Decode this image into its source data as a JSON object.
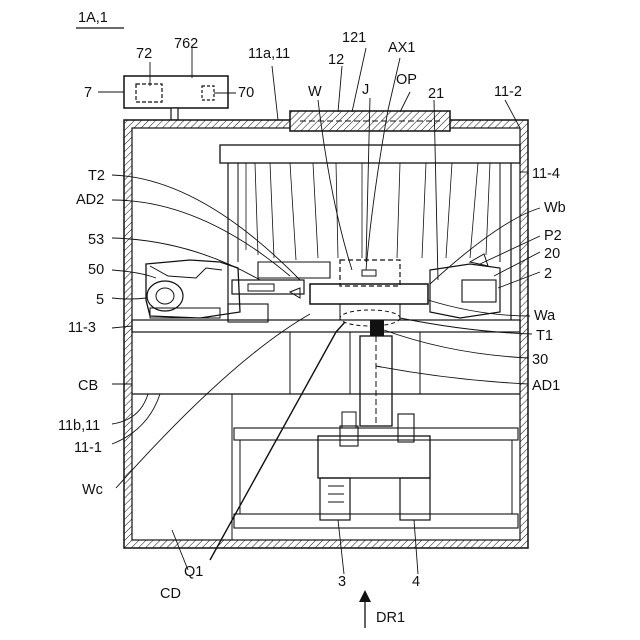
{
  "figure": {
    "title": "1A,1",
    "labels": {
      "l762": "762",
      "l72": "72",
      "l7": "7",
      "l70": "70",
      "l11a": "11a,11",
      "l121": "121",
      "l12": "12",
      "lAX1": "AX1",
      "lW": "W",
      "lJ": "J",
      "lOP": "OP",
      "l21": "21",
      "l11_2": "11-2",
      "lT2": "T2",
      "l11_4": "11-4",
      "lAD2": "AD2",
      "lWb": "Wb",
      "l53": "53",
      "lP2": "P2",
      "l20": "20",
      "l50": "50",
      "l2": "2",
      "l5": "5",
      "lWa": "Wa",
      "l11_3": "11-3",
      "lT1": "T1",
      "l30": "30",
      "lAD1": "AD1",
      "lCB": "CB",
      "l11b": "11b,11",
      "l11_1": "11-1",
      "lWc": "Wc",
      "lQ1": "Q1",
      "l3": "3",
      "l4": "4",
      "lCD": "CD",
      "lDR1": "DR1"
    }
  }
}
